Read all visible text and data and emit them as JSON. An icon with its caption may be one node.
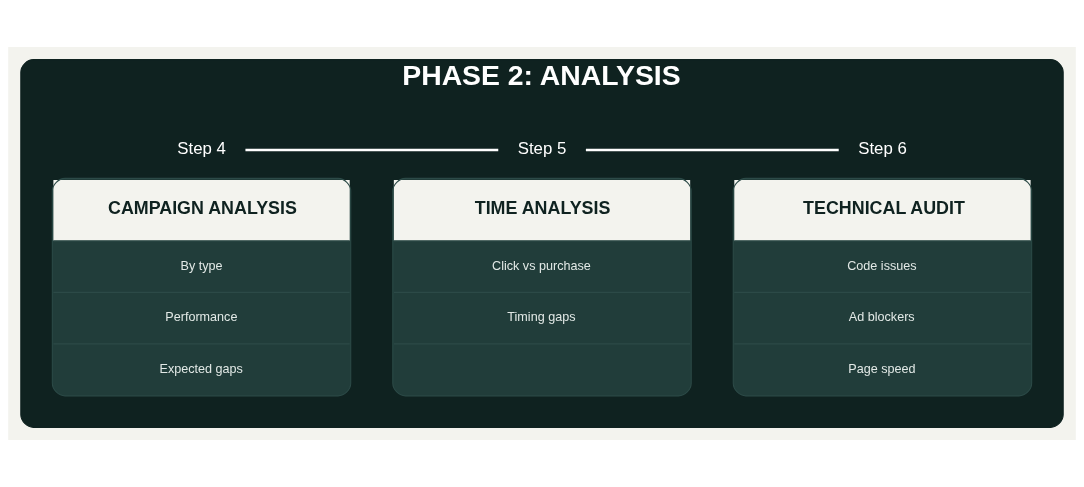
{
  "diagram": {
    "nodes": [
      {
        "text": [
          "PHASE 2: ANALYSIS"
        ]
      },
      {
        "text": [
          "Step 4"
        ],
        "in": 0
      },
      {
        "text": [
          "Step 5"
        ],
        "in": 0
      },
      {
        "text": [
          "Step 6"
        ],
        "in": 0
      },
      {
        "text": [
          "CAMPAIGN ANALYSIS",
          "By type",
          "Performance",
          "Expected gaps"
        ],
        "in": 0
      },
      {
        "text": [
          "TIME ANALYSIS",
          "Click vs purchase",
          "Timing gaps"
        ],
        "in": 0
      },
      {
        "text": [
          "TECHNICAL AUDIT",
          "Code issues",
          "Ad blockers",
          "Page speed"
        ],
        "in": 0
      }
    ],
    "edges": [
      {
        "from": 1,
        "to": 2,
        "arrow": "none"
      },
      {
        "from": 2,
        "to": 3,
        "arrow": "none"
      }
    ]
  }
}
